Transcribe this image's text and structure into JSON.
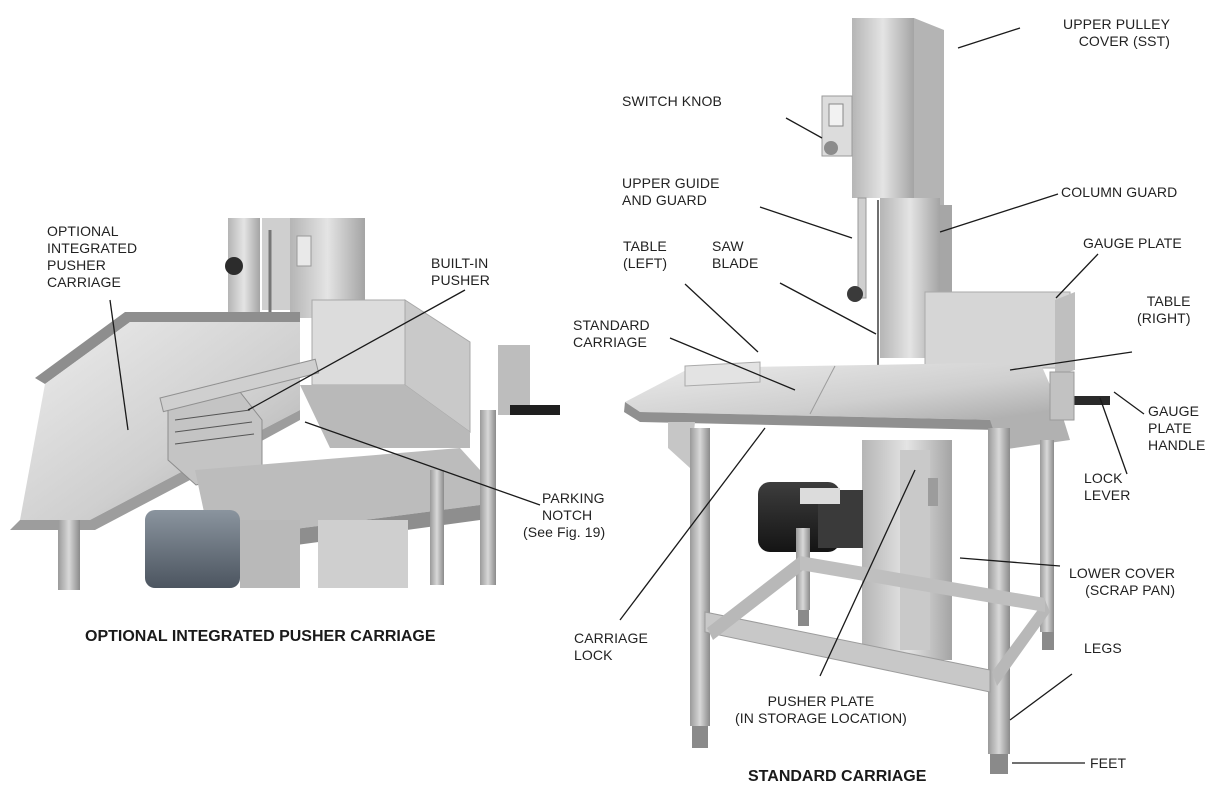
{
  "captions": {
    "left": "OPTIONAL INTEGRATED PUSHER CARRIAGE",
    "right": "STANDARD CARRIAGE"
  },
  "labels": {
    "optional_carriage": "OPTIONAL\nINTEGRATED\nPUSHER\nCARRIAGE",
    "builtin_pusher": "BUILT-IN\nPUSHER",
    "parking_notch": "PARKING\nNOTCH",
    "parking_notch_ref": "(See Fig. 19)",
    "upper_pulley_cover": "UPPER PULLEY\nCOVER (SST)",
    "switch_knob": "SWITCH KNOB",
    "upper_guide": "UPPER GUIDE\nAND GUARD",
    "column_guard": "COLUMN GUARD",
    "table_left": "TABLE\n(LEFT)",
    "saw_blade": "SAW\nBLADE",
    "gauge_plate": "GAUGE PLATE",
    "table_right": "TABLE\n(RIGHT)",
    "standard_carriage": "STANDARD\nCARRIAGE",
    "gauge_plate_handle": "GAUGE\nPLATE\nHANDLE",
    "lock_lever": "LOCK\nLEVER",
    "lower_cover": "LOWER COVER\n(SCRAP PAN)",
    "carriage_lock": "CARRIAGE\nLOCK",
    "legs": "LEGS",
    "pusher_plate": "PUSHER PLATE\n(IN STORAGE LOCATION)",
    "feet": "FEET"
  },
  "colors": {
    "steel_light": "#d9d9d9",
    "steel_mid": "#b8b8b8",
    "steel_dark": "#8c8c8c",
    "motor": "#2b2b2b",
    "motor_grey": "#6e7780",
    "leader": "#1a1a1a"
  }
}
